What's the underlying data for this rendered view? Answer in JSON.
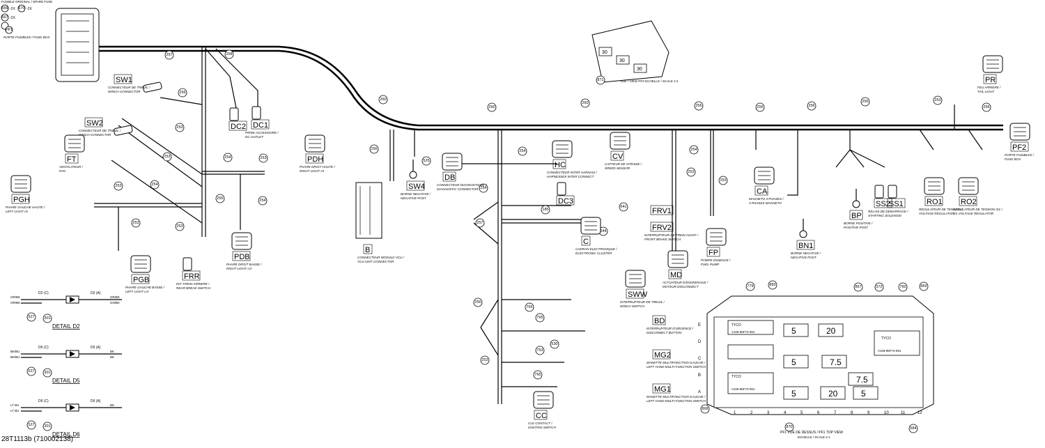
{
  "diagram_id": "28T1113b (710002138)",
  "fuse_note": "FUSIBLE ORIGINAL / SPARE FUSE",
  "spare_fuses": [
    {
      "ref": "666",
      "qty": "-2X"
    },
    {
      "ref": "670",
      "qty": "-2X"
    },
    {
      "ref": "667",
      "qty": "-2X"
    }
  ],
  "wire_bubbles": [
    "257",
    "256",
    "253",
    "253",
    "253",
    "254",
    "255",
    "253",
    "260",
    "256",
    "260",
    "254",
    "260",
    "256",
    "254",
    "253",
    "253",
    "256",
    "256",
    "256",
    "253",
    "256",
    "254",
    "257",
    "256",
    "254",
    "185",
    "641",
    "644",
    "525",
    "765",
    "765",
    "530",
    "753",
    "765",
    "258",
    "253",
    "253",
    "254",
    "253"
  ],
  "components": [
    {
      "code": "PF1",
      "label": "PORTE FUSIBLES / FUSE BOX"
    },
    {
      "code": "SW1",
      "label": "CONNECTEUR DE TREUIL / WINCH CONNECTOR"
    },
    {
      "code": "SW2",
      "label": "CONNECTEUR DE TREUIL / WINCH CONNECTOR"
    },
    {
      "code": "FT",
      "label": "VENTILATEUR / FAN"
    },
    {
      "code": "PGH",
      "label": "PHARE GAUCHE HAUTE / LEFT LIGHT HI"
    },
    {
      "code": "PGB",
      "label": "PHARE GAUCHE BASSE / LEFT LIGHT LO"
    },
    {
      "code": "DC2",
      "label": ""
    },
    {
      "code": "DC1",
      "label": "PRISE ACCESSOIRE / DC OUTLET"
    },
    {
      "code": "PDH",
      "label": "PHARE DROIT HAUTE / RIGHT LIGHT HI"
    },
    {
      "code": "PDB",
      "label": "PHARE DROIT BASSE / RIGHT LIGHT LO"
    },
    {
      "code": "FRR",
      "label": "INT. FREIN ARRIERE / REAR BREAK SWITCH"
    },
    {
      "code": "B",
      "label": "CONNECTEUR MODULE VCU / VCU UNIT CONNECTOR"
    },
    {
      "code": "SW4",
      "label": "BORNE NEGATIVE / NEGATIVE POST"
    },
    {
      "code": "DB",
      "label": "CONNECTEUR DIAGNOSTIQUE / DIAGNOSTIC CONNECTOR"
    },
    {
      "code": "HC",
      "label": "CONNECTEUR INTER HARNAIS / HARNESSES INTER CONNECT"
    },
    {
      "code": "DC3",
      "label": ""
    },
    {
      "code": "FRV1",
      "label": ""
    },
    {
      "code": "FRV2",
      "label": "INTERRUPTEUR DE FREIN AVANT / FRONT BRAKE SWITCH"
    },
    {
      "code": "C",
      "label": "CADRAN ELECTRONIQUE / ELECTRONIC CLUSTER"
    },
    {
      "code": "SWW",
      "label": "INTERRUPTEUR DE TREUIL / WINCH SWITCH"
    },
    {
      "code": "BD",
      "label": "INTERRUPTEUR D'URGENCE / DISCONNECT BUTTON"
    },
    {
      "code": "MG2",
      "label": "MANETTE MULTIFONCTION GAUCHE / LEFT HAND MULTI-FUNCTION SWITCH"
    },
    {
      "code": "MG1",
      "label": "MANETTE MULTIFONCTION GAUCHE / LEFT HAND MULTI-FUNCTION SWITCH"
    },
    {
      "code": "CC",
      "label": "CLE CONTACT / IGNITION SWITCH"
    },
    {
      "code": "CV",
      "label": "CAPTEUR DE VITESSE / SPEED SENSOR"
    },
    {
      "code": "MD",
      "label": "ACTUATEUR D'ENGRENAGE / MOTEUR DISCONNECT"
    },
    {
      "code": "FP",
      "label": "POMPE ESSENCE / FUEL PUMP"
    },
    {
      "code": "CA",
      "label": "MAGNETO 3 PHASES / 3 PHASES MAGNETO"
    },
    {
      "code": "BN1",
      "label": "BORNE NEGATIVE / NEGATIVE POST"
    },
    {
      "code": "BP",
      "label": "BORNE POSITIVE / POSITIVE POST"
    },
    {
      "code": "SS2",
      "label": "RELAIS DE DEMARRAGE / STARTING SOLENOID"
    },
    {
      "code": "SS1",
      "label": ""
    },
    {
      "code": "RO1",
      "label": "REGULATEUR DE TENSION / VOLTAGE REGULATOR"
    },
    {
      "code": "RO2",
      "label": "REGULATEUR DE TENSION 3/1 / 3/1 VOLTAGE REGULATOR"
    },
    {
      "code": "PR",
      "label": "FEU ARRIERE / TAIL LIGHT"
    },
    {
      "code": "PF2",
      "label": "PORTE FUSIBLES / FUSE BOX"
    }
  ],
  "callouts": {
    "vue_pf3": "VUE / VIEW PF3 ECHELLE / SCALE 2:1",
    "fuse_top_view": "PF1 VUE DE DESSUS / PF1 TOP VIEW",
    "fuse_scale": "ECHELLE / SCALE 2:1",
    "pf3_bubble": "871",
    "pf3_fuses": [
      "30",
      "30",
      "30"
    ]
  },
  "details": [
    {
      "title": "DETAIL D2",
      "refs": [
        "D2 (C)",
        "D2 (A)"
      ],
      "bubbles": [
        "527",
        "301"
      ],
      "left": [
        "OR/BK",
        "OR/BK"
      ],
      "right": [
        "OR/BK",
        "GN/BK"
      ]
    },
    {
      "title": "DETAIL D5",
      "refs": [
        "D5 (C)",
        "D5 (A)"
      ],
      "bubbles": [
        "527",
        "301"
      ],
      "left": [
        "BK/BU",
        "BK/BU"
      ],
      "right": [
        "BK",
        "BK"
      ]
    },
    {
      "title": "DETAIL D6",
      "refs": [
        "D6 (C)",
        "D6 (A)"
      ],
      "bubbles": [
        "527",
        "301"
      ],
      "left": [
        "LT BU",
        "LT BU"
      ],
      "right": [
        "BK",
        ""
      ]
    }
  ],
  "fuse_box": {
    "tag": "PF1",
    "row_labels": [
      "E",
      "D",
      "C",
      "B",
      "A"
    ],
    "col_labels": [
      "1",
      "2",
      "3",
      "4",
      "5",
      "6",
      "7",
      "8",
      "9",
      "10",
      "11",
      "12"
    ],
    "fuse_values": [
      "5",
      "20",
      "7.5",
      "5",
      "7.5",
      "5",
      "20",
      "5"
    ],
    "part_number": "VJ28-95F74-901",
    "brand": "TYCO",
    "bubbles": [
      "779",
      "883",
      "867",
      "572",
      "760",
      "869",
      "870",
      "684",
      "868"
    ]
  }
}
